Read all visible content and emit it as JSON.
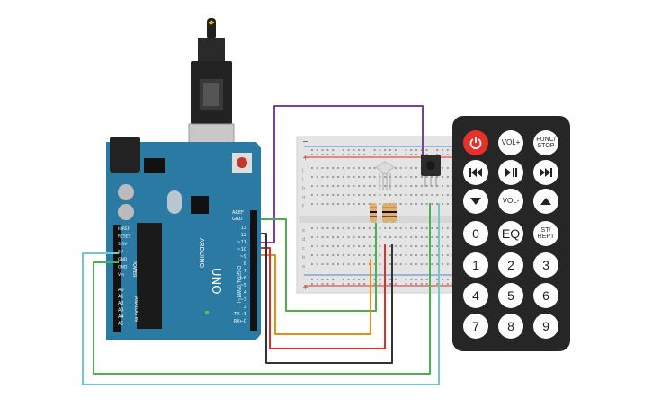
{
  "arduino": {
    "brand": "ARDUINO",
    "model": "UNO",
    "aref": "AREF",
    "gnd": "GND",
    "digital_pins": [
      "13",
      "12",
      "~11",
      "~10",
      "~9",
      "8",
      "7",
      "~6",
      "~5",
      "4",
      "~3",
      "2",
      "TX→1",
      "RX←0"
    ],
    "power_pins": [
      "IOREF",
      "RESET",
      "3.3V",
      "5V",
      "GND",
      "GND",
      "Vin"
    ],
    "power_label": "POWER",
    "analog_pins": [
      "A0",
      "A1",
      "A2",
      "A3",
      "A4",
      "A5"
    ],
    "analog_label": "ANALOG IN",
    "digital_label": "DIGITAL (PWM~)"
  },
  "breadboard": {
    "top_rail_signs": [
      "−",
      "+"
    ],
    "bottom_rail_signs": [
      "−",
      "+"
    ],
    "row_letters_top": [
      "j",
      "i",
      "h",
      "g",
      "f"
    ],
    "row_letters_bottom": [
      "e",
      "d",
      "c",
      "b",
      "a"
    ]
  },
  "remote": {
    "buttons": [
      {
        "label": "",
        "icon": "power-icon"
      },
      {
        "label": "VOL+"
      },
      {
        "label": "FUNC/\nSTOP"
      },
      {
        "label": "",
        "icon": "rewind-icon"
      },
      {
        "label": "",
        "icon": "play-pause-icon"
      },
      {
        "label": "",
        "icon": "fast-forward-icon"
      },
      {
        "label": "",
        "icon": "down-arrow-icon"
      },
      {
        "label": "VOL-"
      },
      {
        "label": "",
        "icon": "up-arrow-icon"
      },
      {
        "label": "0"
      },
      {
        "label": "EQ"
      },
      {
        "label": "ST/\nREPT"
      },
      {
        "label": "1"
      },
      {
        "label": "2"
      },
      {
        "label": "3"
      },
      {
        "label": "4"
      },
      {
        "label": "5"
      },
      {
        "label": "6"
      },
      {
        "label": "7"
      },
      {
        "label": "8"
      },
      {
        "label": "9"
      }
    ]
  },
  "colors": {
    "arduino_board": "#2a7aa3",
    "breadboard": "#e4e4e4",
    "remote": "#262626",
    "power_button": "#e5312c",
    "wire_purple": "#7b3fa0",
    "wire_green": "#4caf50",
    "wire_orange": "#e88c1a",
    "wire_red": "#d9302a",
    "wire_black": "#333333",
    "wire_cyan": "#74c6cc"
  }
}
